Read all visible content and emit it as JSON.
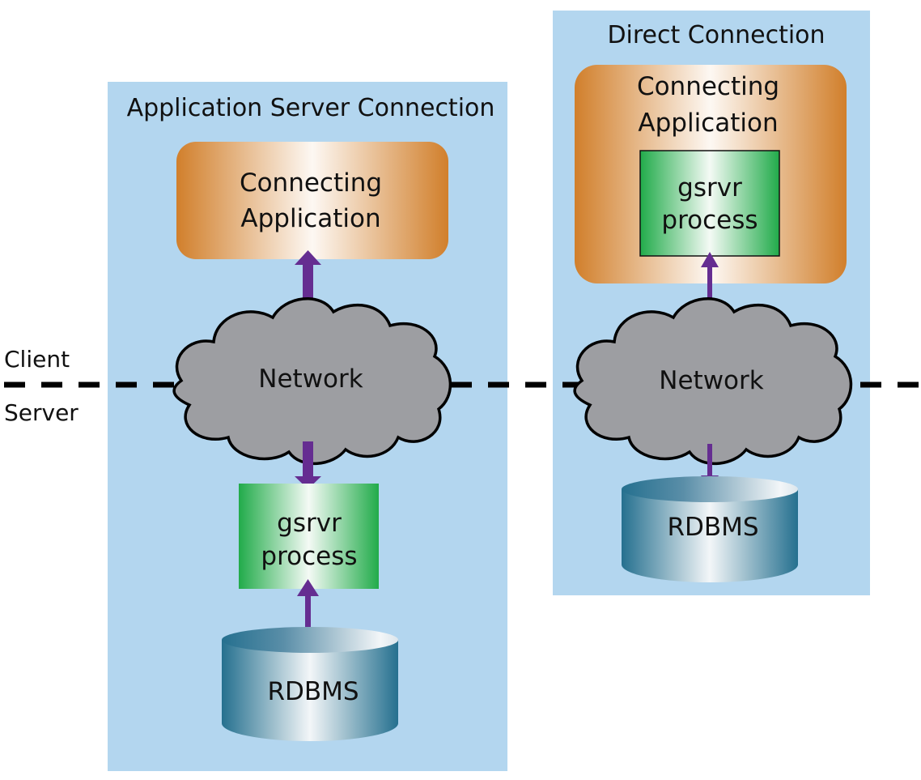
{
  "colors": {
    "panel": "#b3d6ef",
    "app_dark": "#d17f2b",
    "app_light": "#fdf8f3",
    "process_dark": "#21ab4a",
    "process_light": "#f4faf5",
    "db_dark": "#25708f",
    "db_light": "#f3f6f8",
    "cloud": "#9d9ea2",
    "arrow": "#652d91",
    "divider": "#000000"
  },
  "divider": {
    "client_label": "Client",
    "server_label": "Server"
  },
  "panels": {
    "app_server": {
      "title": "Application Server Connection",
      "app": {
        "line1": "Connecting",
        "line2": "Application"
      },
      "network": "Network",
      "process": {
        "line1": "gsrvr",
        "line2": "process"
      },
      "db": "RDBMS"
    },
    "direct": {
      "title": "Direct Connection",
      "app": {
        "line1": "Connecting",
        "line2": "Application"
      },
      "process": {
        "line1": "gsrvr",
        "line2": "process"
      },
      "network": "Network",
      "db": "RDBMS"
    }
  }
}
